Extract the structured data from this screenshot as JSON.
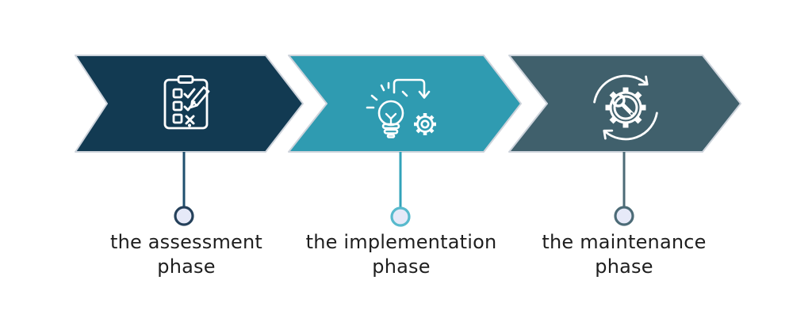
{
  "diagram": {
    "steps": [
      {
        "icon": "checklist-clipboard-icon",
        "label_line1": "the assessment",
        "label_line2": "phase",
        "arrow_color": "#123A52",
        "connector_color": "#1F4F6E",
        "node_ring_color": "#25415B"
      },
      {
        "icon": "lightbulb-process-gear-icon",
        "label_line1": "the implementation",
        "label_line2": "phase",
        "arrow_color": "#2F9BB1",
        "connector_color": "#32A3B9",
        "node_ring_color": "#58BACD"
      },
      {
        "icon": "gear-wrench-cycle-icon",
        "label_line1": "the maintenance",
        "label_line2": "phase",
        "arrow_color": "#40606C",
        "connector_color": "#4C6B77",
        "node_ring_color": "#4C6B77"
      }
    ],
    "shared": {
      "outline_color": "#CDD3DB",
      "icon_color": "#FFFFFF",
      "node_fill_color": "#E6E9F8",
      "label_color": "#1E1E1E",
      "background_color": "#FFFFFF"
    }
  }
}
